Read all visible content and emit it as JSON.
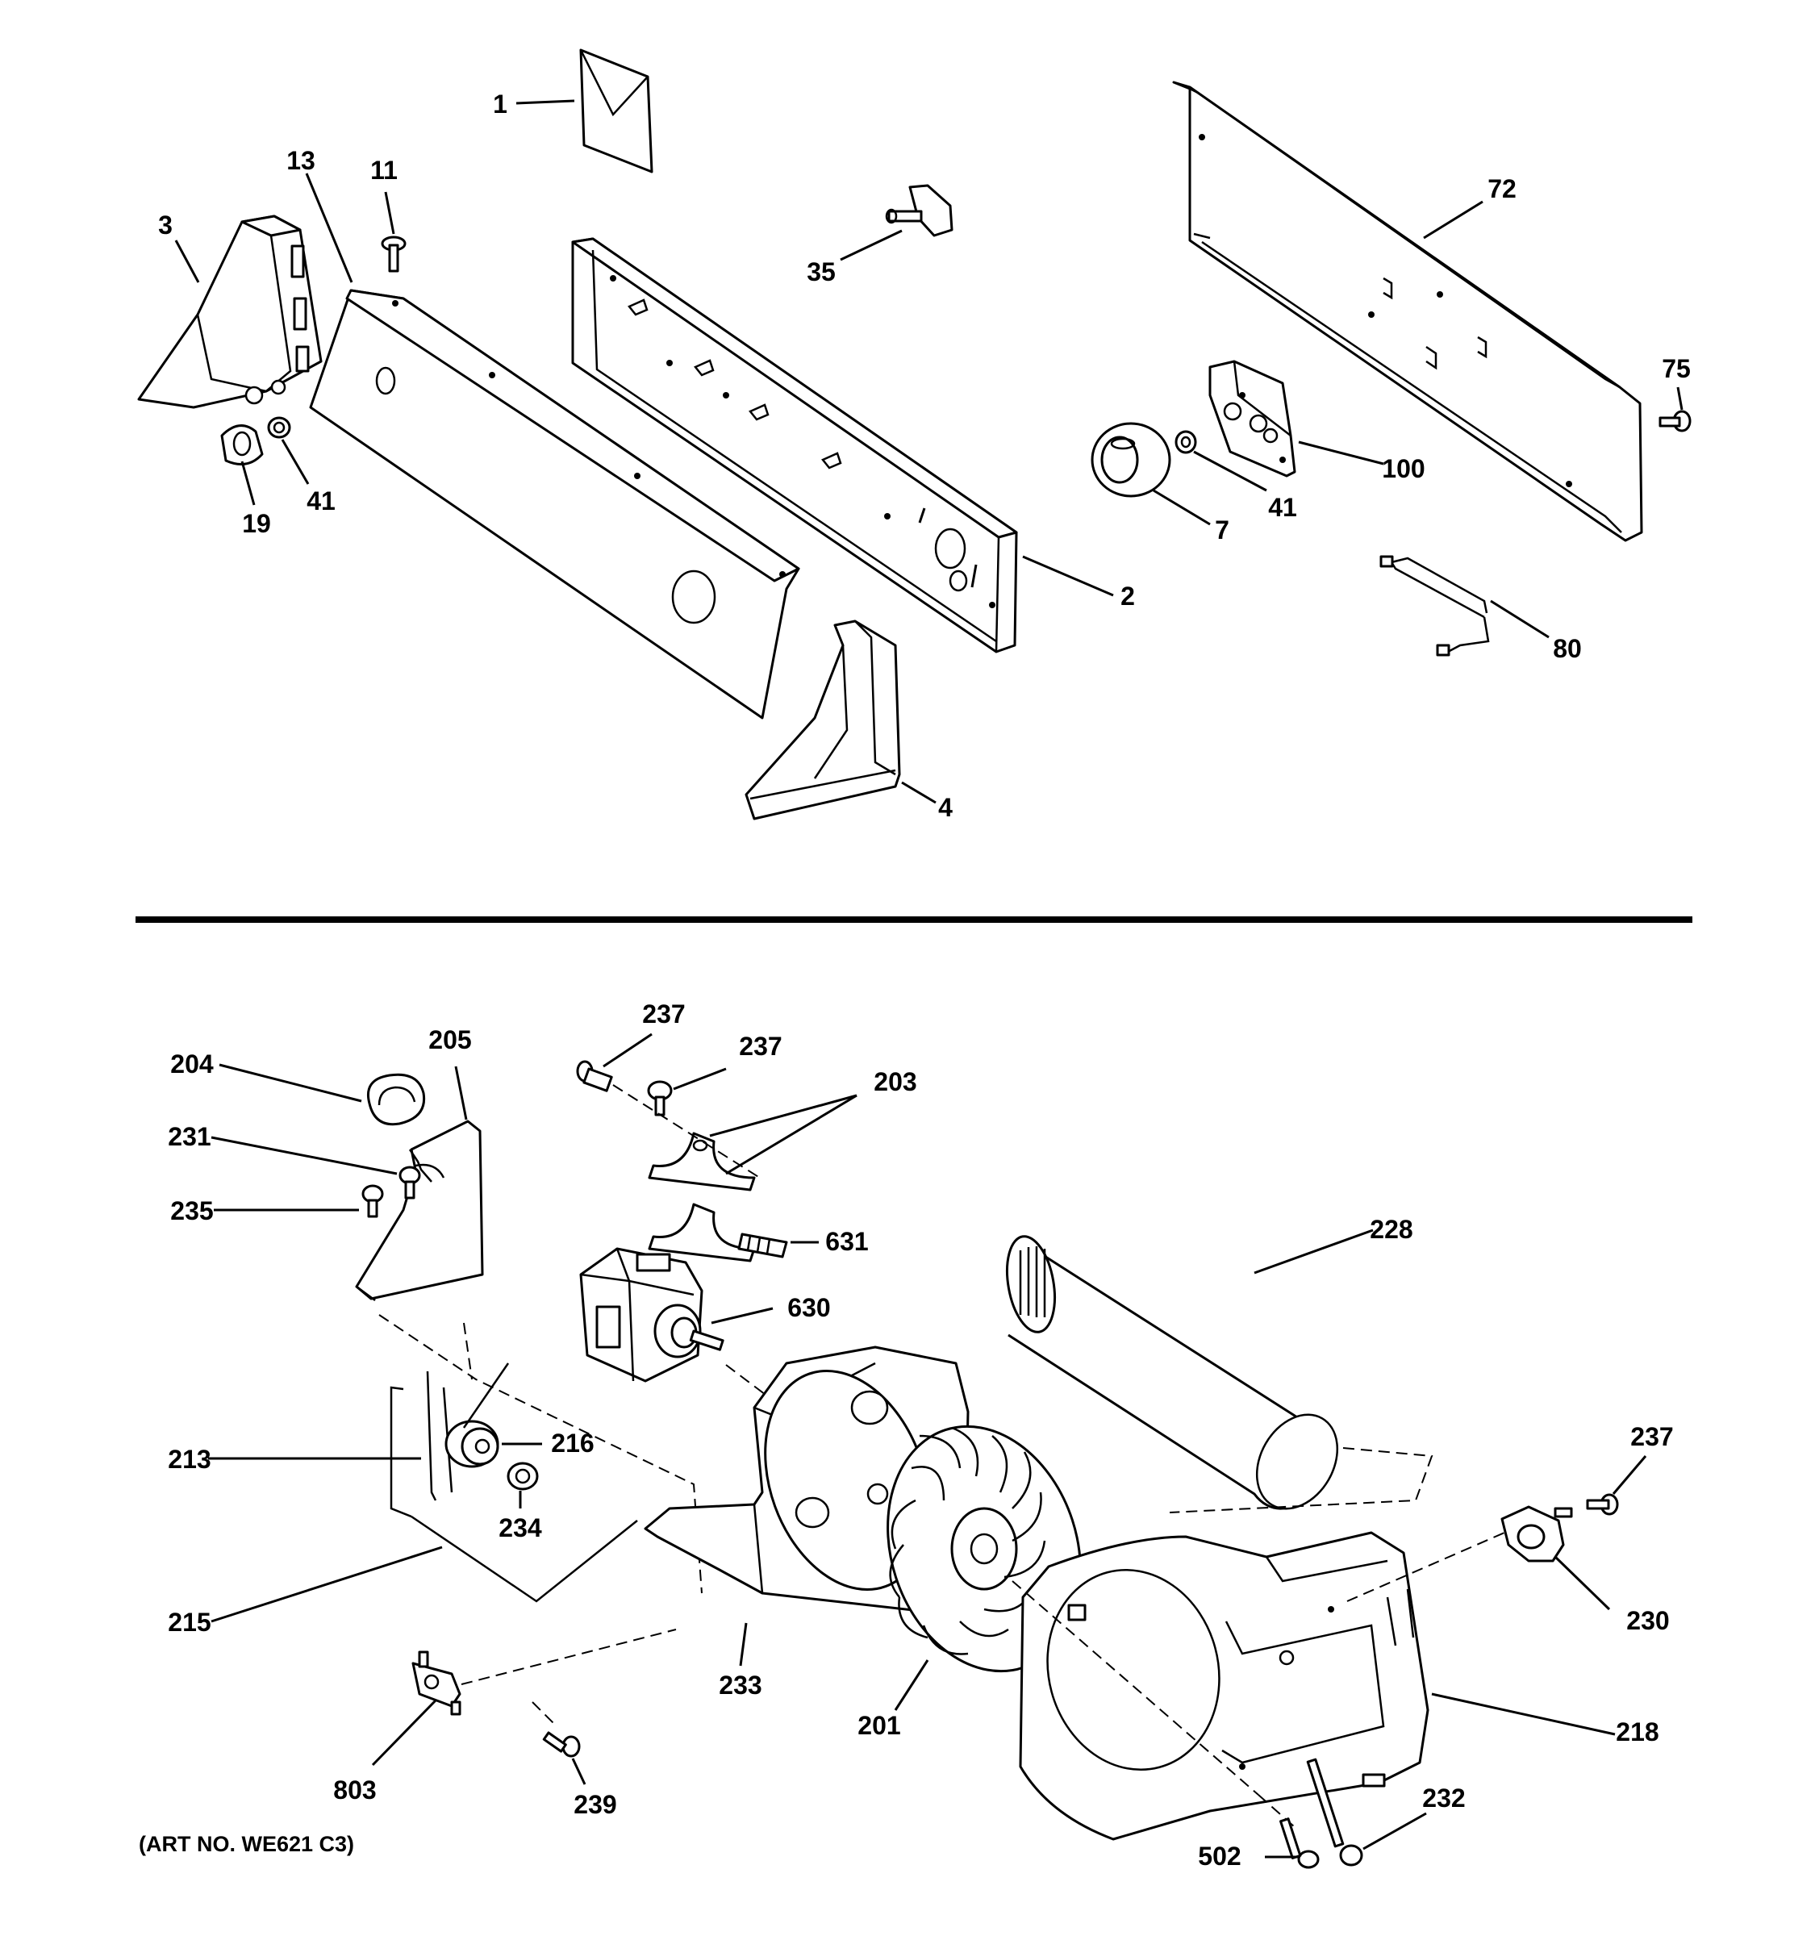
{
  "diagram": {
    "art_number": "(ART NO. WE621 C3)",
    "callouts": {
      "c1": "1",
      "c2": "2",
      "c3": "3",
      "c4": "4",
      "c7": "7",
      "c11": "11",
      "c13": "13",
      "c19": "19",
      "c35": "35",
      "c41a": "41",
      "c41b": "41",
      "c72": "72",
      "c75": "75",
      "c80": "80",
      "c100": "100",
      "c201": "201",
      "c203": "203",
      "c204": "204",
      "c205": "205",
      "c213": "213",
      "c215": "215",
      "c216": "216",
      "c218": "218",
      "c228": "228",
      "c230": "230",
      "c231": "231",
      "c232": "232",
      "c233": "233",
      "c234": "234",
      "c235": "235",
      "c237a": "237",
      "c237b": "237",
      "c237c": "237",
      "c239": "239",
      "c502": "502",
      "c630": "630",
      "c631": "631",
      "c803": "803"
    }
  }
}
